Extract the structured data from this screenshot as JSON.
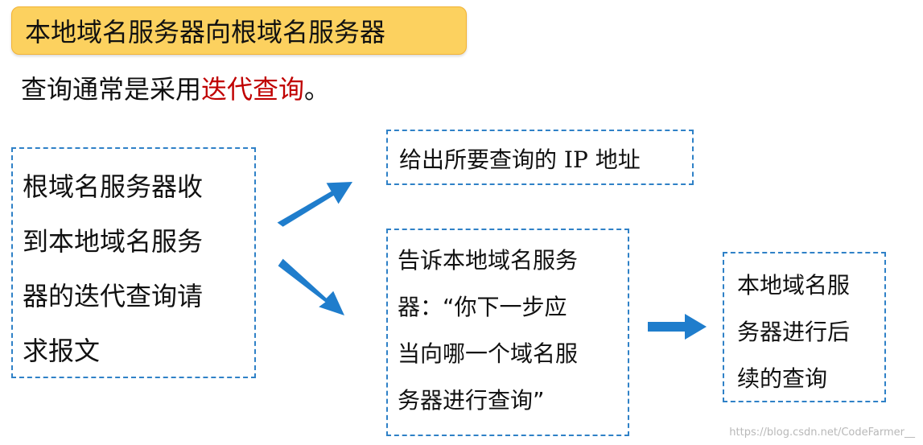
{
  "title": "本地域名服务器向根域名服务器",
  "subtitle": {
    "text_before": "查询通常是采用",
    "highlight": "迭代查询",
    "text_after": "。"
  },
  "left_box": {
    "lines": [
      "根域名服务器收",
      "到本地域名服务",
      "器的迭代查询请",
      "求报文"
    ]
  },
  "ip_box": {
    "text_before": "给出所要查询的 ",
    "ip": "IP",
    "text_after": " 地址"
  },
  "mid_box": {
    "lines": [
      "告诉本地域名服务",
      "器：“你下一步应",
      "当向哪一个域名服",
      "务器进行查询”"
    ]
  },
  "right_box": {
    "lines": [
      "本地域名服",
      "务器进行后",
      "续的查询"
    ]
  },
  "watermark": "https://blog.csdn.net/CodeFarmer__",
  "colors": {
    "title_bg": "#fcd15f",
    "highlight": "#c00000",
    "box_border": "#2f81c7",
    "arrow": "#1f7dcc"
  }
}
